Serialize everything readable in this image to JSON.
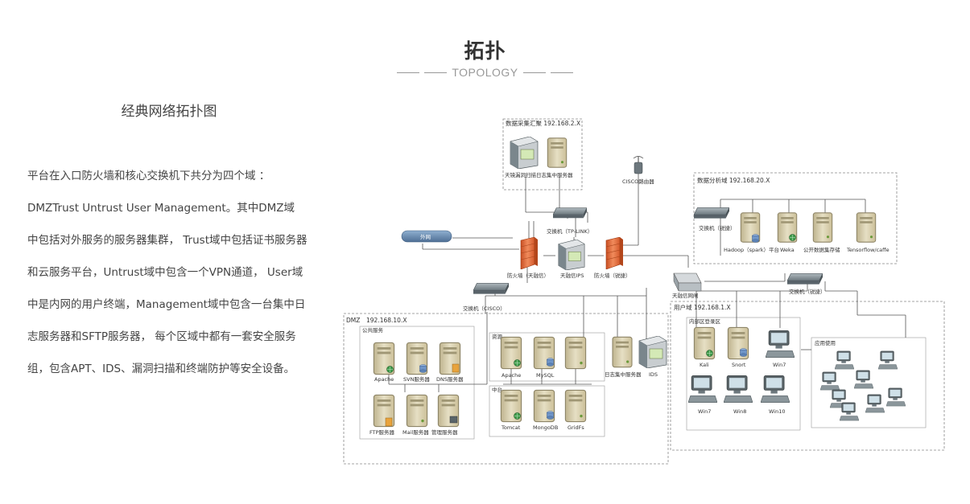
{
  "header": {
    "title": "拓扑",
    "subtitle": "TOPOLOGY"
  },
  "intro": {
    "heading": "经典网络拓扑图",
    "lines": [
      "平台在入口防火墙和核心交换机下共分为四个域 ：",
      "DMZTrust Untrust User Management。其中DMZ域",
      "中包括对外服务的服务器集群， Trust域中包括证书服务器",
      "和云服务平台，Untrust域中包含一个VPN通道， User域",
      "中是内网的用户终端，Management域中包含一台集中日",
      "志服务器和SFTP服务器， 每个区域中都有一套安全服务",
      "组，包含APT、IDS、漏洞扫描和终端防护等安全设备。"
    ]
  },
  "diagram": {
    "zones": {
      "top": "数据采集汇聚 192.168.2.X",
      "analysis": "数据分析域  192.168.20.X",
      "dmz": "DMZ",
      "dmz_ip": "192.168.10.X",
      "user": "用户域  192.168.1.X",
      "dmz_sub1": "公共服务",
      "dmz_sub2": "资源",
      "dmz_sub3": "中台",
      "user_sub1": "内部区登录区",
      "user_sub2": "应用使用"
    },
    "labels": {
      "top_server": "天镜漏洞扫描日志集中服务器",
      "cisco_router": "CISCO路由器",
      "switch_tp": "交换机（TP-LINK）",
      "internet": "外网",
      "fw_left": "防火墙（天融信）",
      "ips": "天融信IPS",
      "fw_right": "防火墙（锐捷）",
      "switch_cisco": "交换机（CISCO）",
      "switch_analysis": "交换机（锐捷）",
      "switch_user": "交换机（锐捷）",
      "vpn": "天融信网闸",
      "log_server": "日志集中服务器",
      "ids": "IDS",
      "hadoop": "Hadoop（spark）平台",
      "weka": "Weka",
      "open_storage": "公开数据集存储",
      "tensorflow": "Tensorflow/caffe",
      "apache1": "Apache",
      "svn": "SVN服务器",
      "dns": "DNS服务器",
      "ftp": "FTP服务器",
      "mail": "Mail服务器",
      "mgmt": "管理服务器",
      "apache2": "Apache",
      "mysql": "MySQL",
      "tomcat": "Tomcat",
      "mongodb": "MongoDB",
      "gridfs": "GridFs",
      "kali": "Kali",
      "snort": "Snort",
      "win7a": "Win7",
      "win7b": "Win7",
      "win8": "Win8",
      "win10": "Win10"
    }
  },
  "colors": {
    "firewall": "#e8683a",
    "server": "#d8cfae",
    "dark_device": "#6b7a80",
    "line": "#555555",
    "zone_border": "#888888"
  }
}
